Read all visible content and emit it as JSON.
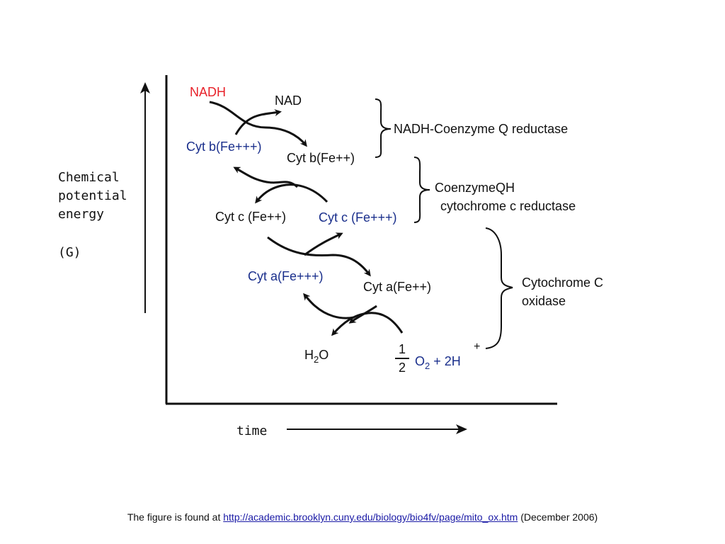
{
  "yaxis": {
    "line1": "Chemical",
    "line2": "potential",
    "line3": "energy",
    "symbol": "(G)"
  },
  "xaxis": {
    "label": "time"
  },
  "molecules": {
    "nadh": "NADH",
    "nad": "NAD",
    "cytb_ox": "Cyt b(Fe+++)",
    "cytb_red": "Cyt b(Fe++)",
    "cytc_red": "Cyt c (Fe++)",
    "cytc_ox": "Cyt c (Fe+++)",
    "cyta_ox": "Cyt a(Fe+++)",
    "cyta_red": "Cyt a(Fe++)",
    "water_h": "H",
    "water_sub": "2",
    "water_o": "O",
    "oxygen_num": "1",
    "oxygen_den": "2",
    "oxygen_o": "O",
    "oxygen_sub": "2",
    "oxygen_rest": "+ 2H",
    "oxygen_sup": "+"
  },
  "complexes": {
    "complex1": "NADH-Coenzyme Q reductase",
    "complex3_line1": "CoenzymeQH",
    "complex3_line2": "cytochrome c reductase",
    "complex4_line1": "Cytochrome C",
    "complex4_line2": "oxidase"
  },
  "caption": {
    "prefix": "The figure is found at",
    "link": "http://academic.brooklyn.cuny.edu/biology/bio4fv/page/mito_ox.htm",
    "suffix": "(December 2006)"
  },
  "colors": {
    "oxidized_blue": "#1a2f8c",
    "nadh_red": "#e8222a",
    "link_blue": "#1a1aa6"
  }
}
